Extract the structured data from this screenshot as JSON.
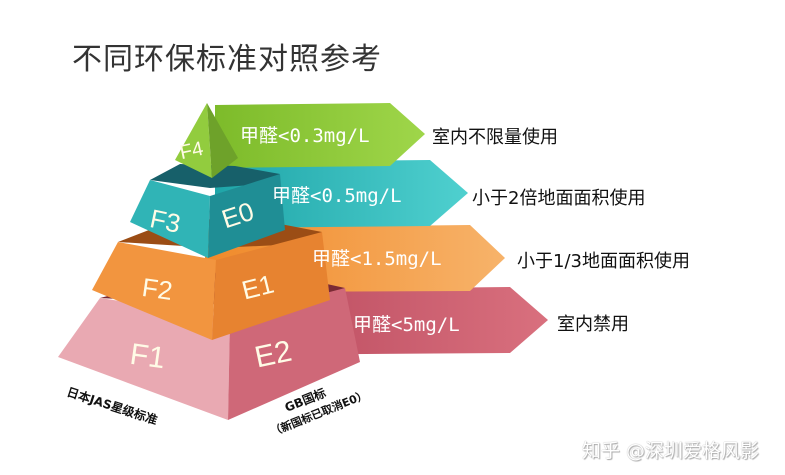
{
  "title": "不同环保标准对照参考",
  "tiers": [
    {
      "jp": "F4",
      "gb": "",
      "limit": "甲醛<0.3mg/L",
      "usage": "室内不限量使用",
      "color": "#8cc63f"
    },
    {
      "jp": "F3",
      "gb": "E0",
      "limit": "甲醛<0.5mg/L",
      "usage": "小于2倍地面面积使用",
      "color": "#2bb5b5"
    },
    {
      "jp": "F2",
      "gb": "E1",
      "limit": "甲醛<1.5mg/L",
      "usage": "小于1/3地面面积使用",
      "color": "#f0933a"
    },
    {
      "jp": "F1",
      "gb": "E2",
      "limit": "甲醛<5mg/L",
      "usage": "室内禁用",
      "color": "#c9566a"
    }
  ],
  "labels": {
    "left": "日本JAS星级标准",
    "right_line1": "GB国标",
    "right_line2": "（新国标已取消E0）"
  },
  "watermark": "知乎 @深圳爱格风影"
}
